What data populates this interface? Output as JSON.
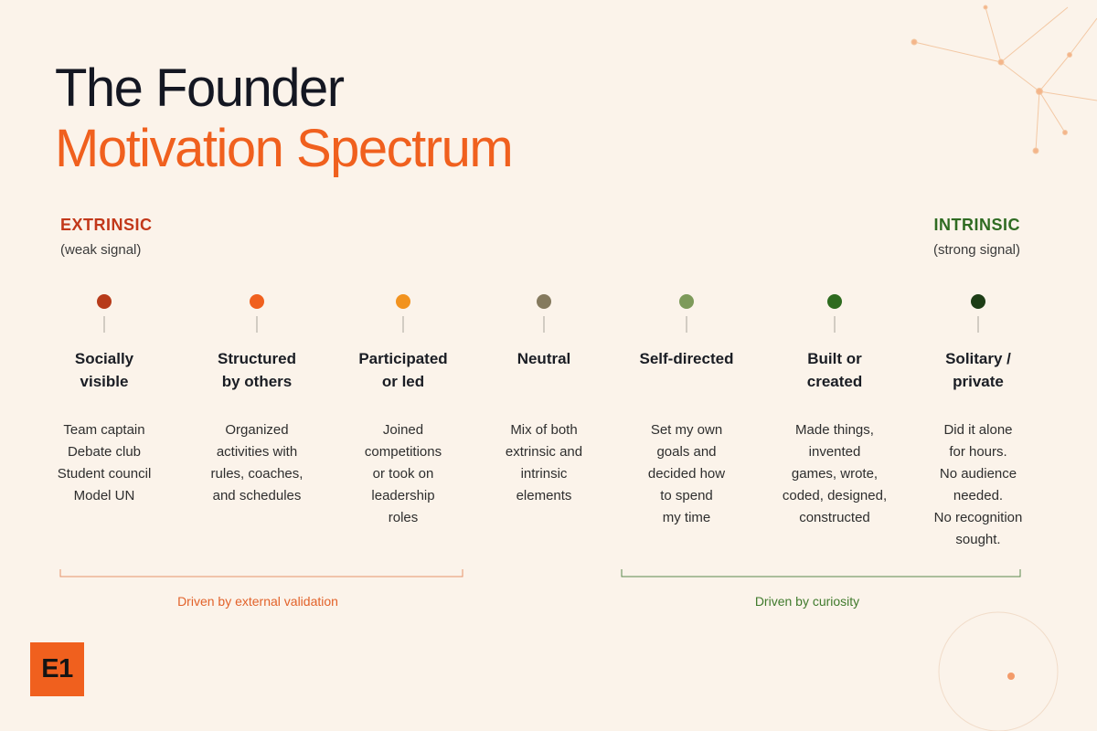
{
  "title": {
    "line1": "The Founder",
    "line2": "Motivation Spectrum"
  },
  "left_end": {
    "label": "EXTRINSIC",
    "sub": "(weak signal)"
  },
  "right_end": {
    "label": "INTRINSIC",
    "sub": "(strong signal)"
  },
  "colors": {
    "accent": "#f0601e",
    "extrinsic": "#c2381a",
    "intrinsic": "#2f6b22",
    "background": "#fbf3ea"
  },
  "stages": [
    {
      "title": [
        "Socially",
        "visible"
      ],
      "desc": [
        "Team captain",
        "Debate club",
        "Student council",
        "Model UN"
      ],
      "color": "#b73b1a"
    },
    {
      "title": [
        "Structured",
        "by others"
      ],
      "desc": [
        "Organized",
        "activities with",
        "rules, coaches,",
        "and schedules"
      ],
      "color": "#f0601e"
    },
    {
      "title": [
        "Participated",
        "or led"
      ],
      "desc": [
        "Joined",
        "competitions",
        "or took on",
        "leadership",
        "roles"
      ],
      "color": "#f2931f"
    },
    {
      "title": [
        "Neutral"
      ],
      "desc": [
        "Mix of both",
        "extrinsic and",
        "intrinsic",
        "elements"
      ],
      "color": "#857a5e"
    },
    {
      "title": [
        "Self-directed"
      ],
      "desc": [
        "Set my own",
        "goals and",
        "decided how",
        "to spend",
        "my time"
      ],
      "color": "#7d9a5a"
    },
    {
      "title": [
        "Built or",
        "created"
      ],
      "desc": [
        "Made things,",
        "invented",
        "games, wrote,",
        "coded, designed,",
        "constructed"
      ],
      "color": "#2e6b1f"
    },
    {
      "title": [
        "Solitary /",
        "private"
      ],
      "desc": [
        "Did it alone",
        "for hours.",
        "No audience",
        "needed.",
        "No recognition",
        "sought."
      ],
      "color": "#1d3d16"
    }
  ],
  "brackets": {
    "left": "Driven by external validation",
    "right": "Driven by curiosity"
  },
  "logo": "E1"
}
